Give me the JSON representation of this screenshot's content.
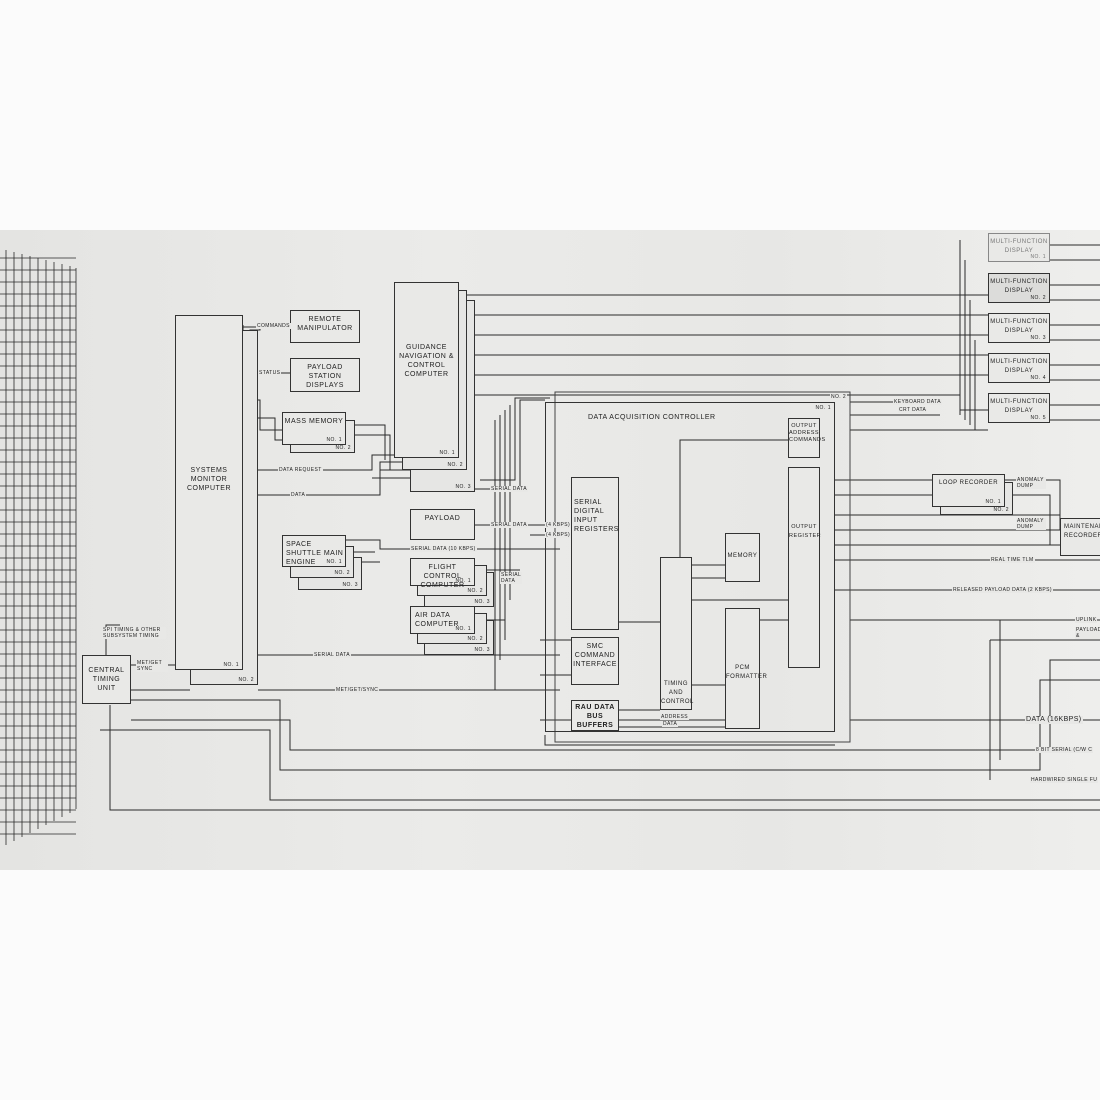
{
  "blocks": {
    "systems_monitor": {
      "label": "SYSTEMS MONITOR COMPUTER",
      "no1": "NO. 1",
      "no2": "NO. 2"
    },
    "remote_manipulator": {
      "label": "REMOTE MANIPULATOR"
    },
    "payload_station": {
      "label": "PAYLOAD STATION DISPLAYS"
    },
    "mass_memory": {
      "label": "MASS MEMORY",
      "no1": "NO. 1",
      "no2": "NO. 2"
    },
    "gnc": {
      "label": "GUIDANCE NAVIGATION & CONTROL COMPUTER",
      "no1": "NO. 1",
      "no2": "NO. 2",
      "no3": "NO. 3"
    },
    "payload": {
      "label": "PAYLOAD"
    },
    "ssme": {
      "label": "SPACE SHUTTLE MAIN ENGINE",
      "no1": "NO. 1",
      "no2": "NO. 2",
      "no3": "NO. 3"
    },
    "flight_control": {
      "label": "FLIGHT CONTROL COMPUTER",
      "no1": "NO. 1",
      "no2": "NO. 2",
      "no3": "NO. 3"
    },
    "air_data": {
      "label": "AIR DATA COMPUTER",
      "no1": "NO. 1",
      "no2": "NO. 2",
      "no3": "NO. 3"
    },
    "central_timing": {
      "label": "CENTRAL TIMING UNIT"
    },
    "dac": {
      "label": "DATA ACQUISITION CONTROLLER",
      "no1": "NO. 1",
      "no2": "NO. 2"
    },
    "sdir": {
      "label": "SERIAL DIGITAL INPUT REGISTERS"
    },
    "smc": {
      "label": "SMC COMMAND INTERFACE"
    },
    "rau": {
      "label": "RAU DATA BUS BUFFERS"
    },
    "timing_control": {
      "label": "TIMING AND CONTROL"
    },
    "memory": {
      "label": "MEMORY"
    },
    "pcm": {
      "label": "PCM FORMATTER"
    },
    "output_address": {
      "label": "OUTPUT ADDRESS COMMANDS"
    },
    "output_register": {
      "label": "OUTPUT REGISTER"
    },
    "mfd": [
      {
        "label": "MULTI-FUNCTION DISPLAY",
        "no": "NO. 1"
      },
      {
        "label": "MULTI-FUNCTION DISPLAY",
        "no": "NO. 2"
      },
      {
        "label": "MULTI-FUNCTION DISPLAY",
        "no": "NO. 3"
      },
      {
        "label": "MULTI-FUNCTION DISPLAY",
        "no": "NO. 4"
      },
      {
        "label": "MULTI-FUNCTION DISPLAY",
        "no": "NO. 5"
      }
    ],
    "loop_recorder": {
      "label": "LOOP RECORDER",
      "no1": "NO. 1",
      "no2": "NO. 2"
    },
    "maintenance_recorder": {
      "label": "MAINTENANCE RECORDER"
    }
  },
  "signals": {
    "commands": "COMMANDS",
    "status": "STATUS",
    "data_request": "DATA REQUEST",
    "data": "DATA",
    "serial_data_10k": "SERIAL DATA (10 KBPS)",
    "serial_data": "SERIAL DATA",
    "serial_data_gnc": "SERIAL DATA",
    "serial_data_payload": "SERIAL DATA",
    "serial_data_fcc": "SERIAL DATA",
    "kbps_a": "(4 KBPS)",
    "kbps_b": "(4 KBPS)",
    "met_get_sync": "MET/GET/SYNC",
    "met_get_sync_ctu": "MET/GET SYNC",
    "spi_timing": "SPI TIMING & OTHER SUBSYSTEM TIMING",
    "address": "ADDRESS",
    "rau_data": "DATA",
    "keyboard_data": "KEYBOARD DATA",
    "crt_data": "CRT DATA",
    "anomaly_dump_1": "ANOMALY DUMP",
    "anomaly_dump_2": "ANOMALY DUMP",
    "real_time_tlm": "REAL TIME TLM",
    "released_payload": "RELEASED PAYLOAD DATA (2 KBPS)",
    "uplink": "UPLINK",
    "payload_antenna": "PAYLOAD & ANTENNA",
    "data_16k": "DATA (16KBPS)",
    "eight_bit_serial": "8 BIT SERIAL (C/W C",
    "hardwired": "HARDWIRED SINGLE FU"
  }
}
